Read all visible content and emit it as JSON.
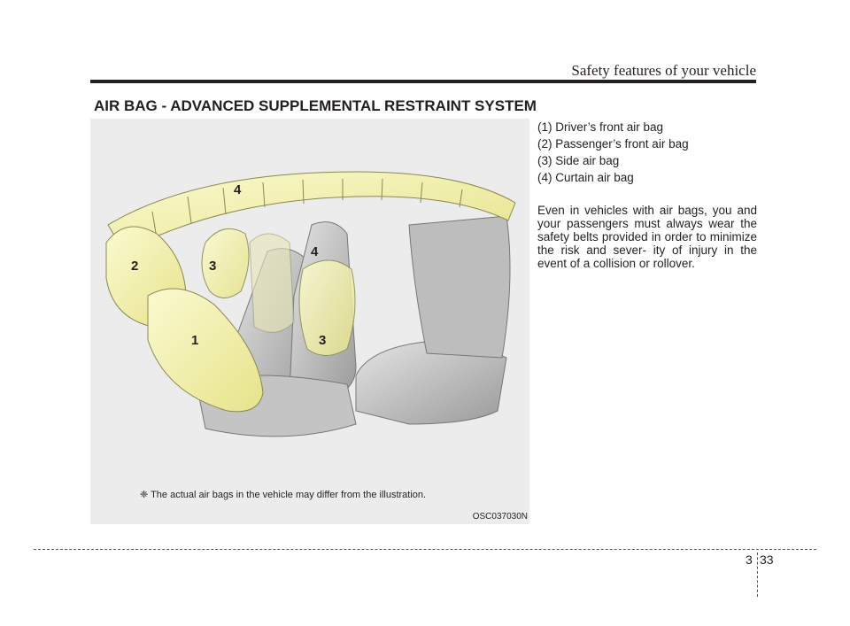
{
  "header": {
    "title": "Safety features of your vehicle"
  },
  "section": {
    "title": "AIR BAG - ADVANCED SUPPLEMENTAL RESTRAINT SYSTEM"
  },
  "figure": {
    "callouts": [
      "4",
      "2",
      "3",
      "4",
      "1",
      "3"
    ],
    "note": "❈ The actual air bags in the vehicle may differ from the illustration.",
    "code": "OSC037030N"
  },
  "legend": {
    "items": [
      "(1) Driver’s front air bag",
      "(2) Passenger’s front air bag",
      "(3) Side air bag",
      "(4) Curtain air bag"
    ]
  },
  "body": {
    "paragraph": "Even in vehicles with air bags, you and your passengers must always wear the safety belts provided in order to minimize the risk and sever- ity of injury in the event of a collision or rollover."
  },
  "footer": {
    "chapter": "3",
    "page": "33"
  },
  "colors": {
    "airbag_fill": "#f2f0a8",
    "airbag_stroke": "#6b6a3a",
    "seat_fill": "#cfcfcf",
    "figure_bg": "#ececec"
  }
}
